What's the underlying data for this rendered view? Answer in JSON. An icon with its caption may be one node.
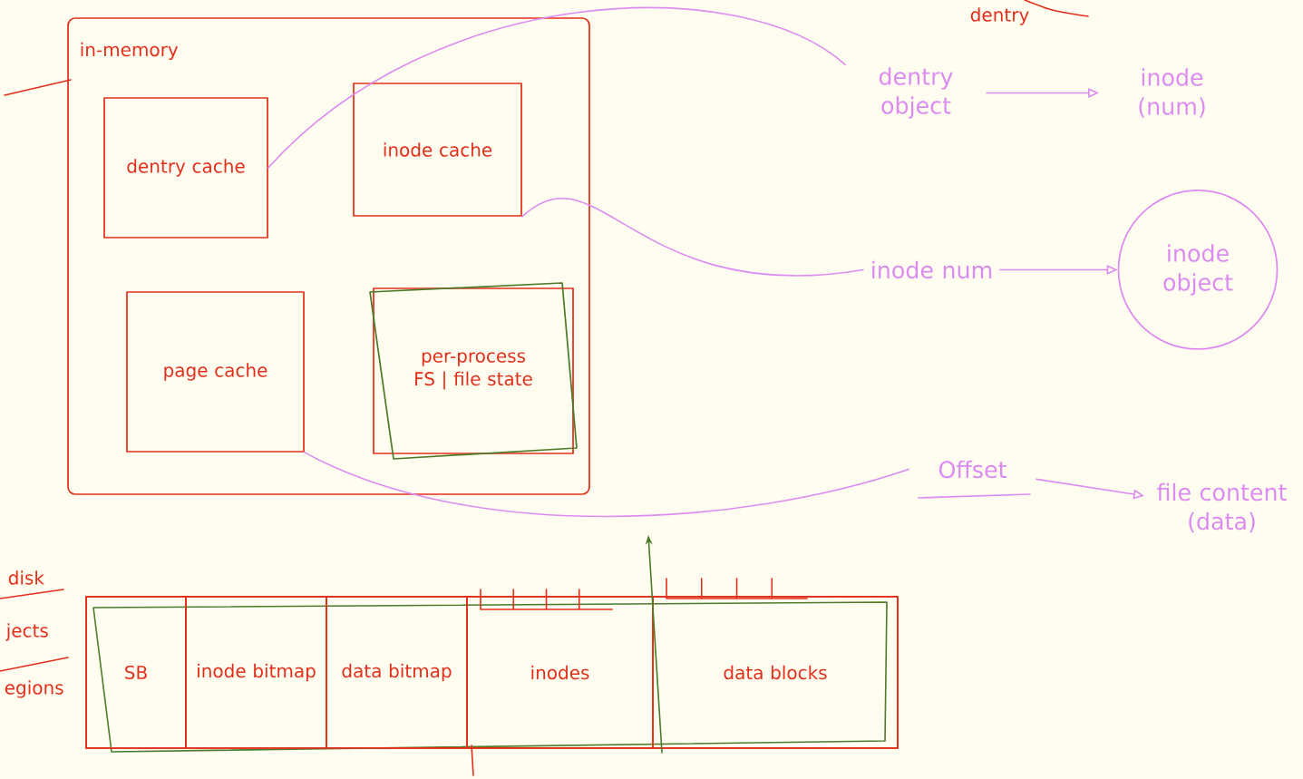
{
  "diagram": {
    "nodes": [
      {
        "text": [
          "in-memory"
        ]
      },
      {
        "text": [
          "dentry cache"
        ],
        "in": 0
      },
      {
        "text": [
          "inode cache"
        ],
        "in": 0
      },
      {
        "text": [
          "page cache"
        ],
        "in": 0
      },
      {
        "text": [
          "per-process FS | file state"
        ],
        "in": 0
      },
      {
        "text": [],
        "shape": "box"
      },
      {
        "text": [
          "SB"
        ],
        "in": 5
      },
      {
        "text": [
          "inode bitmap"
        ],
        "in": 5
      },
      {
        "text": [
          "data bitmap"
        ],
        "in": 5
      },
      {
        "text": [
          "inodes"
        ],
        "in": 5
      },
      {
        "text": [
          "data blocks"
        ],
        "in": 5
      },
      {
        "text": [
          "dentry object"
        ]
      },
      {
        "text": [
          "inode (num)"
        ]
      },
      {
        "text": [
          "inode num"
        ]
      },
      {
        "text": [
          "inode object"
        ]
      },
      {
        "text": [
          "Offset"
        ]
      },
      {
        "text": [
          "file content (data)"
        ]
      }
    ],
    "edges": [
      {
        "from": 1,
        "to": 11,
        "arrow": "none"
      },
      {
        "from": 2,
        "to": 13,
        "arrow": "none"
      },
      {
        "from": 3,
        "to": 15,
        "arrow": "none"
      },
      {
        "from": 11,
        "to": 12,
        "arrow": "to"
      },
      {
        "from": 13,
        "to": 14,
        "arrow": "to"
      },
      {
        "from": 15,
        "to": 16,
        "arrow": "to"
      }
    ],
    "labels": [
      "dentry",
      "disk",
      "jects",
      "egions"
    ]
  }
}
